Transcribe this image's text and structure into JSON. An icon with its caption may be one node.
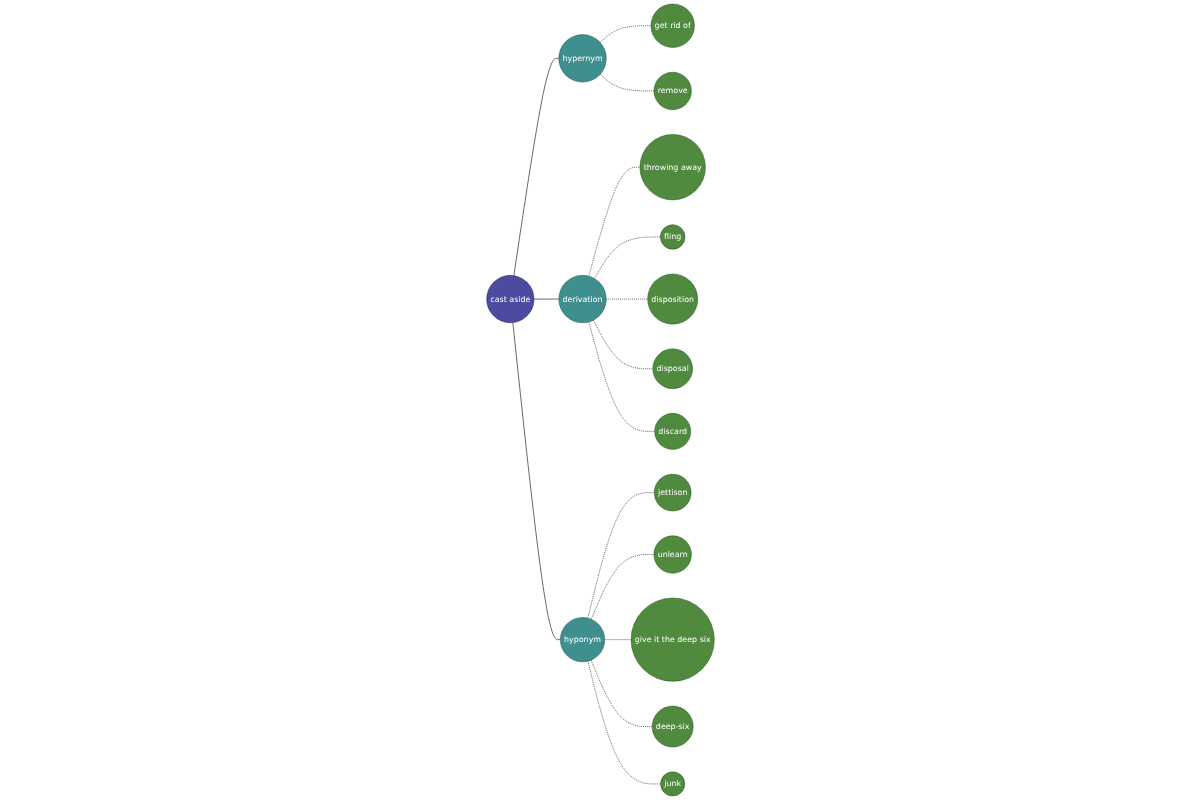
{
  "diagram": {
    "nodes": [
      {
        "text": [
          "cast aside"
        ]
      },
      {
        "text": [
          "hypernym"
        ]
      },
      {
        "text": [
          "get rid of"
        ]
      },
      {
        "text": [
          "remove"
        ]
      },
      {
        "text": [
          "derivation"
        ]
      },
      {
        "text": [
          "throwing away"
        ]
      },
      {
        "text": [
          "fling"
        ]
      },
      {
        "text": [
          "disposition"
        ]
      },
      {
        "text": [
          "disposal"
        ]
      },
      {
        "text": [
          "discard"
        ]
      },
      {
        "text": [
          "hyponym"
        ]
      },
      {
        "text": [
          "jettison"
        ]
      },
      {
        "text": [
          "unlearn"
        ]
      },
      {
        "text": [
          "give it the deep six"
        ]
      },
      {
        "text": [
          "deep-six"
        ]
      },
      {
        "text": [
          "junk"
        ]
      }
    ],
    "edges": [
      {
        "from": 0,
        "to": 1,
        "arrow": "none"
      },
      {
        "from": 1,
        "to": 2,
        "arrow": "none",
        "style": "dashed"
      },
      {
        "from": 1,
        "to": 3,
        "arrow": "none",
        "style": "dashed"
      },
      {
        "from": 0,
        "to": 4,
        "arrow": "none"
      },
      {
        "from": 4,
        "to": 5,
        "arrow": "none",
        "style": "dashed"
      },
      {
        "from": 4,
        "to": 6,
        "arrow": "none",
        "style": "dashed"
      },
      {
        "from": 4,
        "to": 7,
        "arrow": "none",
        "style": "dashed"
      },
      {
        "from": 4,
        "to": 8,
        "arrow": "none",
        "style": "dashed"
      },
      {
        "from": 4,
        "to": 9,
        "arrow": "none",
        "style": "dashed"
      },
      {
        "from": 0,
        "to": 10,
        "arrow": "none"
      },
      {
        "from": 10,
        "to": 11,
        "arrow": "none",
        "style": "dashed"
      },
      {
        "from": 10,
        "to": 12,
        "arrow": "none",
        "style": "dashed"
      },
      {
        "from": 10,
        "to": 13,
        "arrow": "none",
        "style": "dashed"
      },
      {
        "from": 10,
        "to": 14,
        "arrow": "none",
        "style": "dashed"
      },
      {
        "from": 10,
        "to": 15,
        "arrow": "none",
        "style": "dashed"
      }
    ]
  }
}
